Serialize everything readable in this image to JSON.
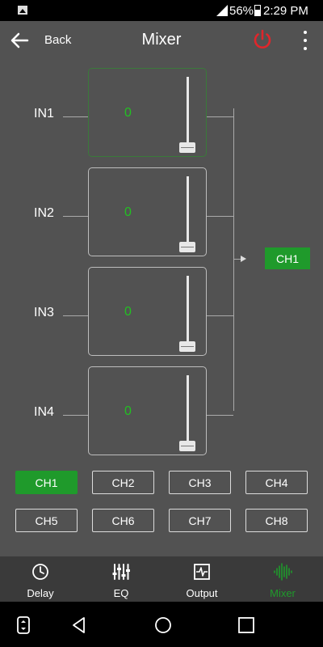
{
  "status_bar": {
    "battery_percent": "56%",
    "time": "2:29 PM",
    "icons": [
      "gallery-icon",
      "signal-icon",
      "battery-icon"
    ]
  },
  "app_bar": {
    "back_label": "Back",
    "title": "Mixer",
    "icons": [
      "back-arrow-icon",
      "power-icon",
      "overflow-menu-icon"
    ],
    "power_color": "#e0262b"
  },
  "inputs": [
    {
      "label": "IN1",
      "value": "0",
      "active": true
    },
    {
      "label": "IN2",
      "value": "0",
      "active": false
    },
    {
      "label": "IN3",
      "value": "0",
      "active": false
    },
    {
      "label": "IN4",
      "value": "0",
      "active": false
    }
  ],
  "output_channel": "CH1",
  "channels": [
    {
      "label": "CH1",
      "selected": true
    },
    {
      "label": "CH2",
      "selected": false
    },
    {
      "label": "CH3",
      "selected": false
    },
    {
      "label": "CH4",
      "selected": false
    },
    {
      "label": "CH5",
      "selected": false
    },
    {
      "label": "CH6",
      "selected": false
    },
    {
      "label": "CH7",
      "selected": false
    },
    {
      "label": "CH8",
      "selected": false
    }
  ],
  "bottom_nav": [
    {
      "label": "Delay",
      "icon": "clock-icon",
      "active": false
    },
    {
      "label": "EQ",
      "icon": "equalizer-sliders-icon",
      "active": false
    },
    {
      "label": "Output",
      "icon": "waveform-box-icon",
      "active": false
    },
    {
      "label": "Mixer",
      "icon": "audio-wave-icon",
      "active": true
    }
  ],
  "colors": {
    "accent_green": "#1f9a2b",
    "value_green": "#22c022",
    "panel_gray": "#525252",
    "nav_gray": "#3a3a3a"
  }
}
